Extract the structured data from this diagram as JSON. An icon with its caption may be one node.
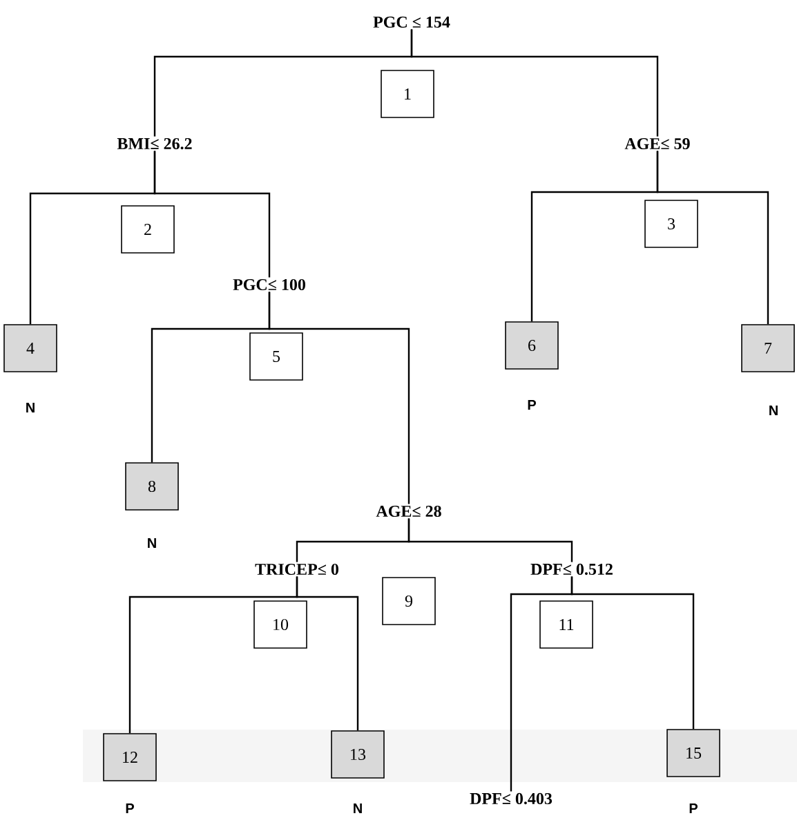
{
  "diagram": {
    "nodes": [
      {
        "text": [
          "1"
        ],
        "beside": [
          "PGC ≤ 154"
        ]
      },
      {
        "text": [
          "2"
        ],
        "beside": [
          "BMI≤ 26.2"
        ]
      },
      {
        "text": [
          "3"
        ],
        "beside": [
          "AGE≤ 59"
        ]
      },
      {
        "text": [
          "4"
        ],
        "beside": [
          "N"
        ]
      },
      {
        "text": [
          "5"
        ],
        "beside": [
          "PGC≤ 100"
        ]
      },
      {
        "text": [
          "6"
        ],
        "beside": [
          "P"
        ]
      },
      {
        "text": [
          "7"
        ],
        "beside": [
          "N"
        ]
      },
      {
        "text": [
          "8"
        ],
        "beside": [
          "N"
        ]
      },
      {
        "text": [
          "9"
        ],
        "beside": [
          "AGE≤ 28"
        ]
      },
      {
        "text": [
          "10"
        ],
        "beside": [
          "TRICEP≤ 0"
        ]
      },
      {
        "text": [
          "11"
        ],
        "beside": [
          "DPF≤ 0.512"
        ]
      },
      {
        "text": [
          "12"
        ],
        "beside": [
          "P"
        ]
      },
      {
        "text": [
          "13"
        ],
        "beside": [
          "N"
        ]
      },
      {
        "text": [
          "DPF≤ 0.403"
        ]
      },
      {
        "text": [
          "15"
        ],
        "beside": [
          "P"
        ]
      }
    ],
    "edges": [
      {
        "from": 0,
        "to": 1,
        "arrow": "none"
      },
      {
        "from": 0,
        "to": 2,
        "arrow": "none"
      },
      {
        "from": 1,
        "to": 3,
        "arrow": "none"
      },
      {
        "from": 1,
        "to": 4,
        "arrow": "none"
      },
      {
        "from": 2,
        "to": 5,
        "arrow": "none"
      },
      {
        "from": 2,
        "to": 6,
        "arrow": "none"
      },
      {
        "from": 4,
        "to": 7,
        "arrow": "none"
      },
      {
        "from": 4,
        "to": 8,
        "arrow": "none"
      },
      {
        "from": 8,
        "to": 9,
        "arrow": "none"
      },
      {
        "from": 8,
        "to": 10,
        "arrow": "none"
      },
      {
        "from": 9,
        "to": 11,
        "arrow": "none"
      },
      {
        "from": 9,
        "to": 12,
        "arrow": "none"
      },
      {
        "from": 10,
        "to": 13,
        "arrow": "none"
      },
      {
        "from": 10,
        "to": 14,
        "arrow": "none"
      }
    ]
  }
}
